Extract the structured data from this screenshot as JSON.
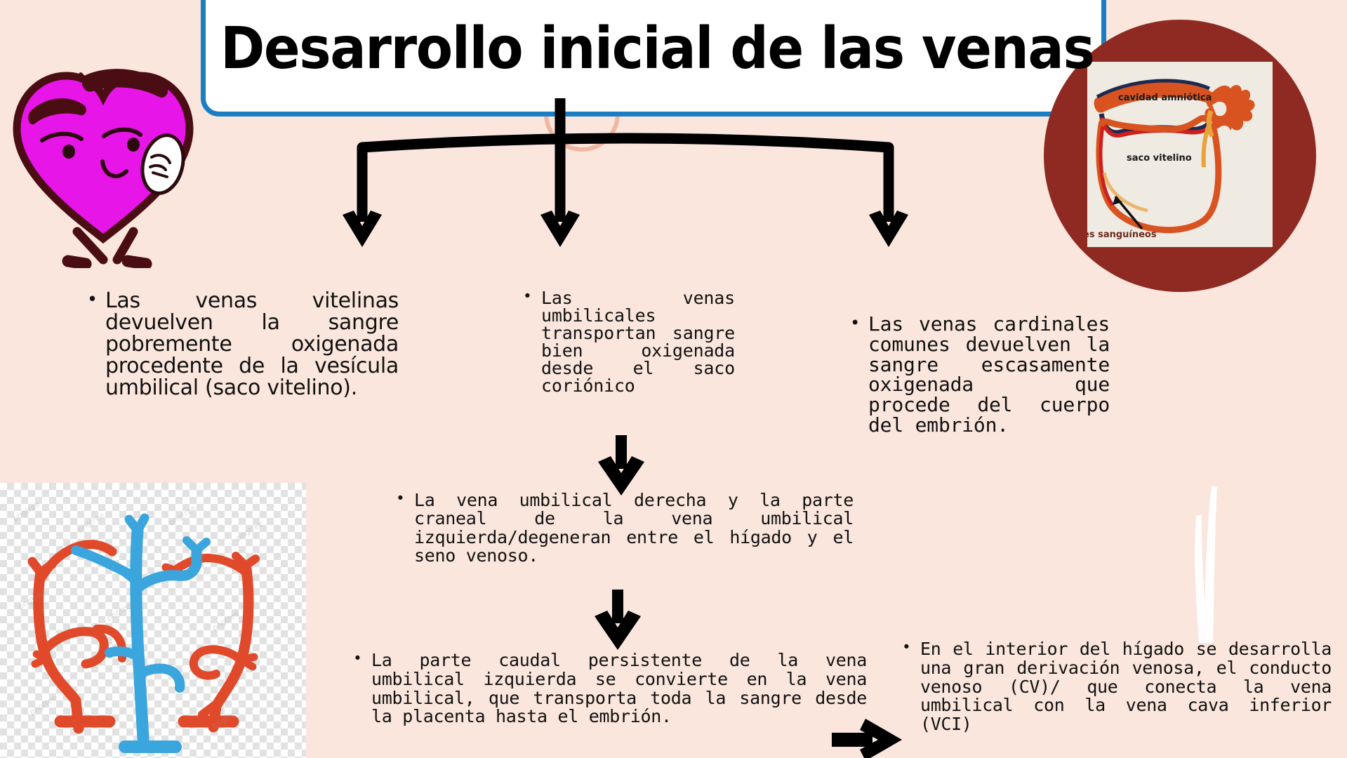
{
  "page": {
    "background_color": "#fae6dd",
    "accent_blue": "#1b7ec4",
    "accent_dark_red": "#8e2a21",
    "mascot_color": "#e815e8"
  },
  "header": {
    "title": "Desarrollo inicial de las venas"
  },
  "embryo_figure": {
    "label_amniotic_cavity": "cavidad amniótica",
    "label_yolk_sac": "saco vitelino",
    "label_blood_vessels": "es sanguíneos"
  },
  "vessel_figure": {
    "watermarks": [
      "pngtree",
      "pngtree",
      "pngtree",
      "pngtree",
      "pngtree",
      "pngtree",
      "pngtree",
      "pngtree",
      "pngtree"
    ]
  },
  "content": {
    "vitelinas": "Las venas vitelinas devuelven la sangre pobremente oxigenada procedente de la vesícula umbilical (saco vitelino).",
    "umbilicales": "Las venas umbilicales transportan sangre bien oxigenada desde el saco coriónico",
    "cardinales": "Las venas cardinales comunes devuelven la sangre escasamente oxigenada que procede del cuerpo del embrión.",
    "vena_derecha": "La vena umbilical derecha y la parte craneal de la vena umbilical izquierda/degeneran entre el hígado y el seno venoso.",
    "parte_caudal": "La parte caudal persistente de la vena umbilical izquierda se convierte en la vena umbilical, que transporta toda la sangre desde la placenta hasta el embrión.",
    "conducto_venoso": "En el interior del hígado se desarrolla una gran derivación venosa, el conducto venoso (CV)/ que conecta la vena umbilical con la vena cava inferior (VCI)"
  }
}
